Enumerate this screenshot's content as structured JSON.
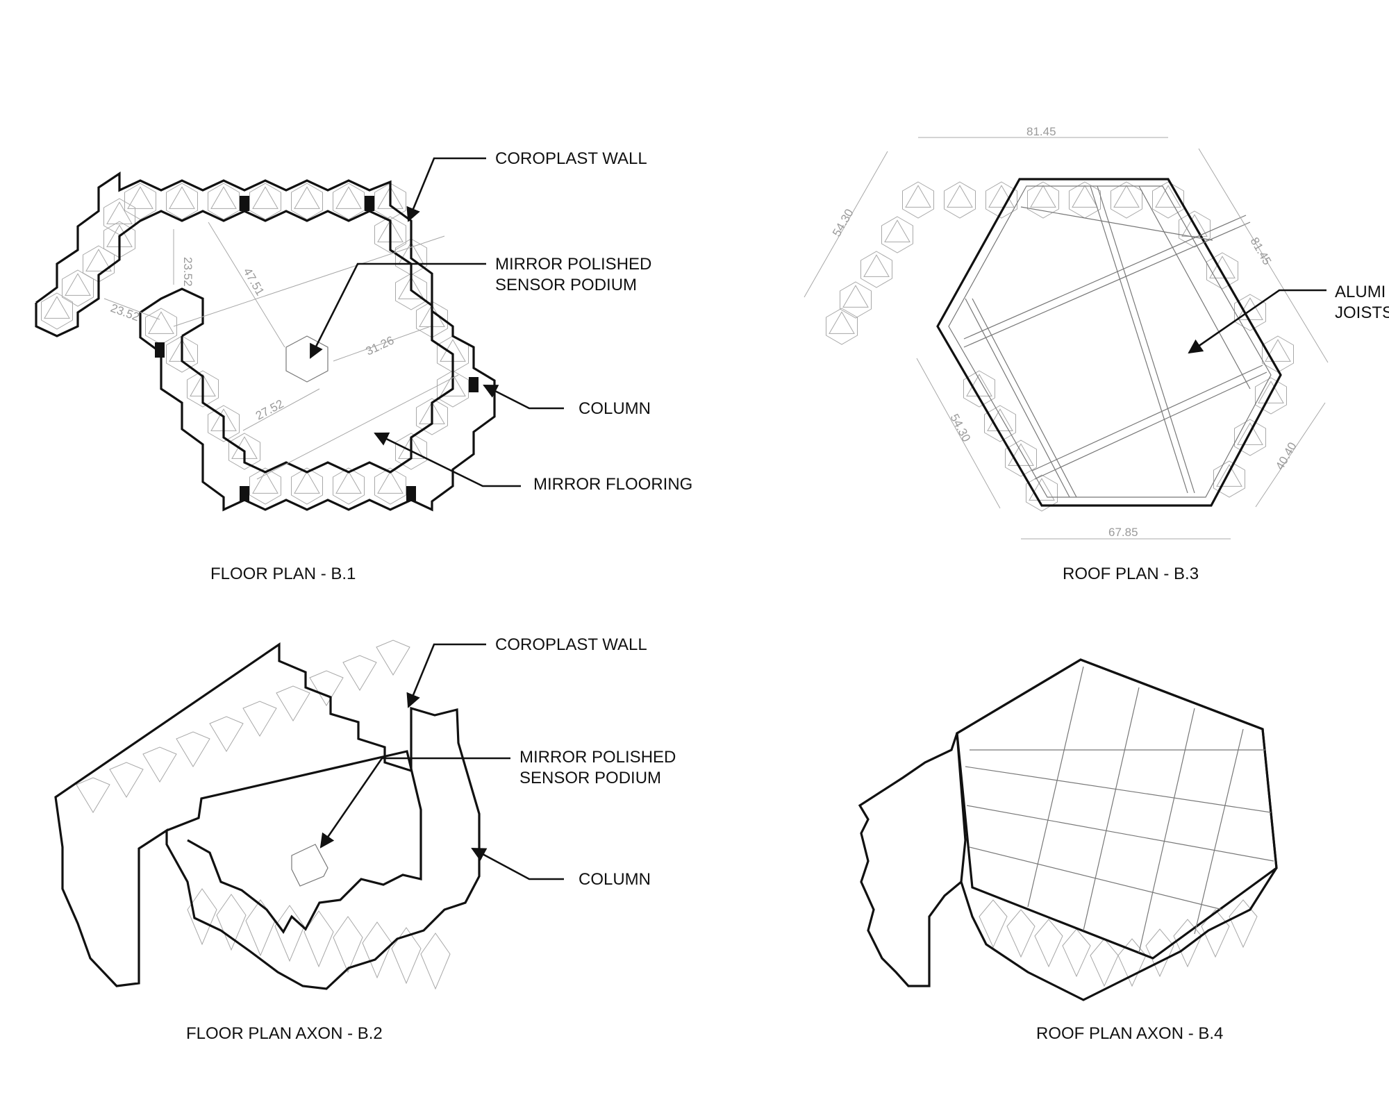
{
  "drawings": {
    "floor_plan": {
      "caption": "FLOOR PLAN - B.1",
      "labels": {
        "coroplast_wall": "COROPLAST WALL",
        "sensor_podium_line1": "MIRROR POLISHED",
        "sensor_podium_line2": "SENSOR PODIUM",
        "column": "COLUMN",
        "mirror_flooring": "MIRROR FLOORING"
      },
      "dimensions": [
        "23.52",
        "23.52",
        "47.51",
        "31.26",
        "27.52"
      ]
    },
    "floor_plan_axon": {
      "caption": "FLOOR PLAN AXON - B.2",
      "labels": {
        "coroplast_wall": "COROPLAST WALL",
        "sensor_podium_line1": "MIRROR POLISHED",
        "sensor_podium_line2": "SENSOR PODIUM",
        "column": "COLUMN"
      }
    },
    "roof_plan": {
      "caption": "ROOF PLAN - B.3",
      "labels": {
        "joists_line1": "ALUMI",
        "joists_line2": "JOISTS"
      },
      "dimensions": [
        "81.45",
        "54.30",
        "81.45",
        "54.30",
        "40.40",
        "67.85"
      ]
    },
    "roof_plan_axon": {
      "caption": "ROOF PLAN AXON - B.4"
    }
  }
}
